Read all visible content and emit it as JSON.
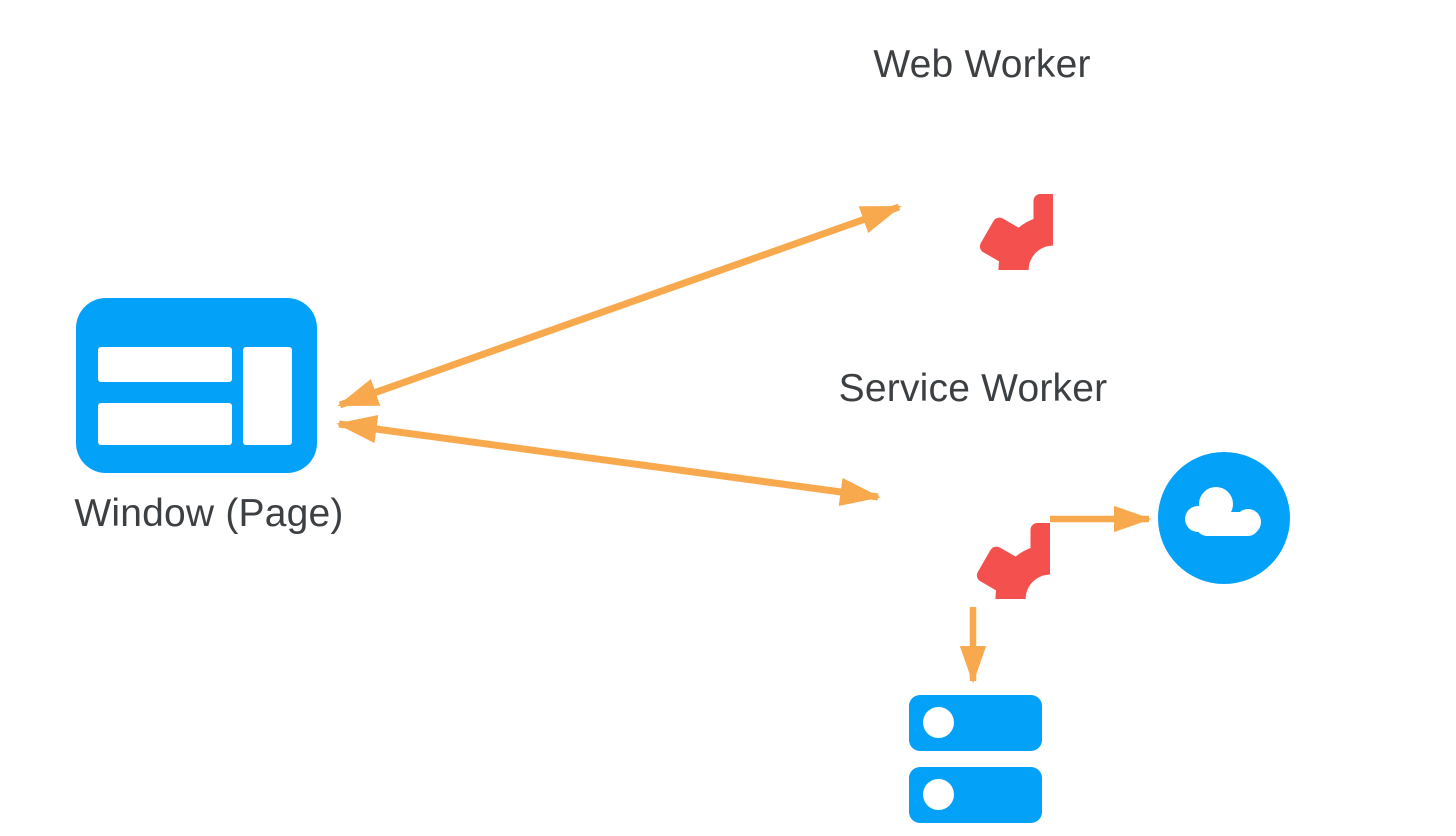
{
  "background": "#FFFFFF",
  "colors": {
    "node_blue": "#04A1F9",
    "gear_red": "#F4514E",
    "arrow_orange": "#F9A94D",
    "label_text": "#3C4043",
    "background": "#FFFFFF"
  },
  "nodes": {
    "window": {
      "label": "Window (Page)",
      "icon": "browser-window-icon"
    },
    "web_worker": {
      "label": "Web Worker",
      "icon": "gear-icon"
    },
    "service_worker": {
      "label": "Service Worker",
      "icon": "gear-icon"
    },
    "network": {
      "icon": "cloud-icon"
    },
    "storage": {
      "icon": "database-stack-icon"
    }
  },
  "edges": [
    {
      "from": "window",
      "to": "web_worker",
      "style": "bidirectional-arrow"
    },
    {
      "from": "window",
      "to": "service_worker",
      "style": "bidirectional-arrow"
    },
    {
      "from": "service_worker",
      "to": "network",
      "style": "arrow"
    },
    {
      "from": "service_worker",
      "to": "storage",
      "style": "arrow"
    }
  ]
}
